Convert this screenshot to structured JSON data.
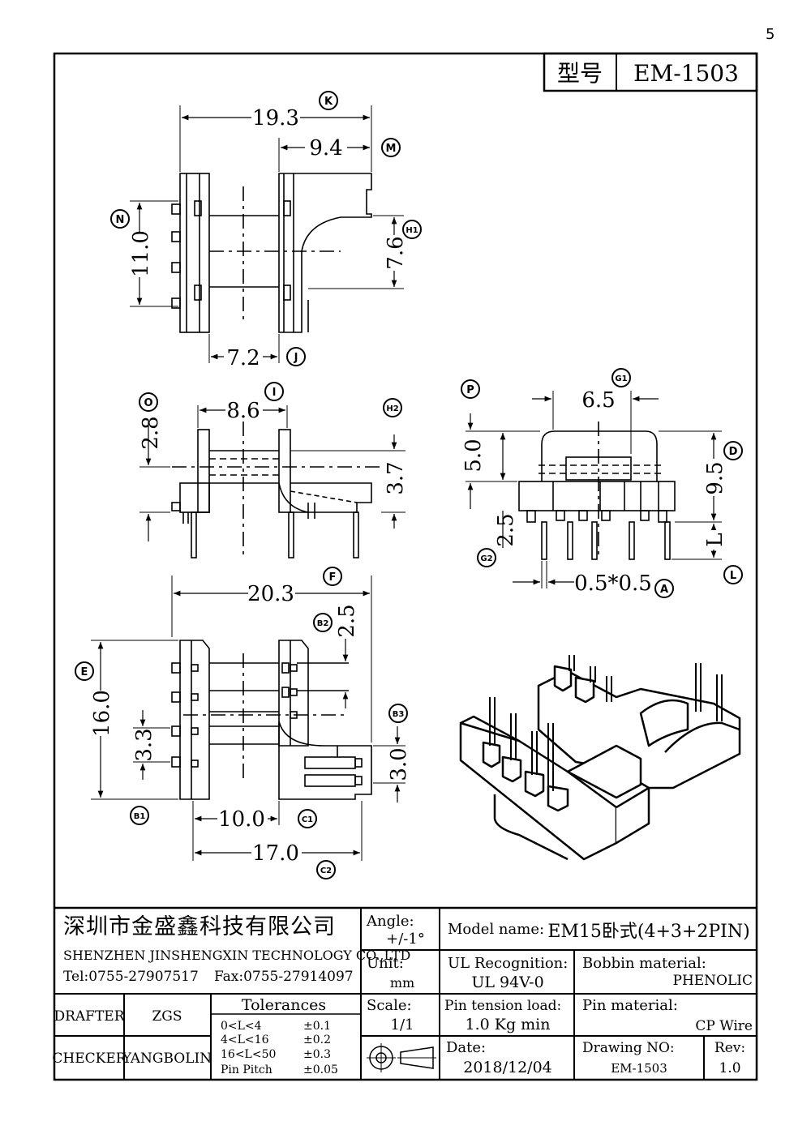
{
  "corner_mark": "5",
  "header": {
    "type_label": "型号",
    "model_code": "EM-1503"
  },
  "dimensions": {
    "d1": "19.3",
    "d2": "9.4",
    "d3": "11.0",
    "d4": "7.6",
    "d5": "7.2",
    "d6": "8.6",
    "d7": "2.8",
    "d8": "3.7",
    "d9": "6.5",
    "d10": "5.0",
    "d11": "9.5",
    "d12": "2.5",
    "d13": "L",
    "d14": "0.5*0.5",
    "d15": "20.3",
    "d16": "2.5",
    "d17": "16.0",
    "d18": "3.3",
    "d19": "3.0",
    "d20": "10.0",
    "d21": "17.0"
  },
  "markers": {
    "K": "K",
    "M": "M",
    "N": "N",
    "H1": "H1",
    "J": "J",
    "O": "O",
    "I": "I",
    "H2": "H2",
    "P": "P",
    "G1": "G1",
    "D": "D",
    "G2": "G2",
    "A": "A",
    "L": "L",
    "F": "F",
    "B2": "B2",
    "E": "E",
    "B3": "B3",
    "B1": "B1",
    "C1": "C1",
    "C2": "C2"
  },
  "title_block": {
    "company_cn": "深圳市金盛鑫科技有限公司",
    "company_en": "SHENZHEN JINSHENGXIN TECHNOLOGY CO.,LTD",
    "tel": "Tel:0755-27907517",
    "fax": "Fax:0755-27914097",
    "angle_label": "Angle:",
    "angle_value": "+/-1°",
    "model_label": "Model name:",
    "model_value": "EM15卧式(4+3+2PIN)",
    "unit_label": "Unit:",
    "unit_value": "mm",
    "ul_label": "UL Recognition:",
    "ul_value": "UL 94V-0",
    "bobbin_label": "Bobbin material:",
    "bobbin_value": "PHENOLIC",
    "drafter_label": "DRAFTER",
    "drafter_value": "ZGS",
    "tolerances_title": "Tolerances",
    "tol_rows": [
      {
        "range": "0<L<4",
        "value": "±0.1"
      },
      {
        "range": "4<L<16",
        "value": "±0.2"
      },
      {
        "range": "16<L<50",
        "value": "±0.3"
      },
      {
        "range": "Pin Pitch",
        "value": "±0.05"
      }
    ],
    "scale_label": "Scale:",
    "scale_value": "1/1",
    "pin_tension_label": "Pin tension load:",
    "pin_tension_value": "1.0 Kg min",
    "pin_material_label": "Pin material:",
    "pin_material_value": "CP Wire",
    "checker_label": "CHECKER",
    "checker_value": "YANGBOLIN",
    "date_label": "Date:",
    "date_value": "2018/12/04",
    "drawing_no_label": "Drawing NO:",
    "drawing_no_value": "EM-1503",
    "rev_label": "Rev:",
    "rev_value": "1.0"
  }
}
